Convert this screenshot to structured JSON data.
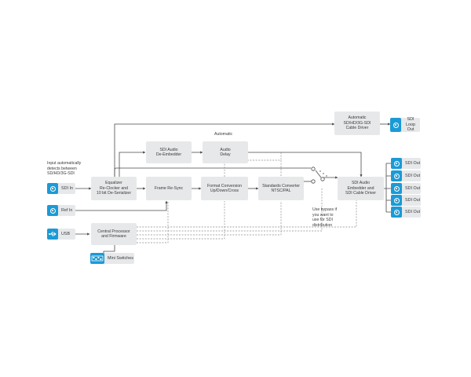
{
  "label_automatic": "Automatic",
  "input_note": "Input automatically\ndetects between\nSD/HD/3G-SDI",
  "bypass_note": "Use bypass if\nyou want to\nuse for SDI\ndistribution",
  "blocks": {
    "cable_driver_loop": "Automatic\nSD/HD/3G-SDI\nCable Driver",
    "audio_deembedder": "SDI Audio\nDe-Embedder",
    "audio_delay": "Audio\nDelay",
    "equalizer": "Equalizer\nRe-Clocker and\n10 bit De-Serializer",
    "frame_resync": "Frame Re-Sync",
    "format_conversion": "Format Conversion\nUp/Down/Cross",
    "standards_converter": "Standards Converter\nNTSC/PAL",
    "audio_embedder": "SDI Audio\nEmbedder and\nSDI Cable Driver",
    "central_processor": "Central Processor\nand Firmware"
  },
  "ports": {
    "sdi_in": "SDI In",
    "ref_in": "Ref In",
    "usb": "USB",
    "mini_switches": "Mini Switches",
    "sdi_loop_out": "SDI Loop\nOut",
    "sdi_out": [
      "SDI Out",
      "SDI Out",
      "SDI Out",
      "SDI Out",
      "SDI Out"
    ]
  },
  "colors": {
    "accent": "#1b9ad6",
    "block": "#e6e8ea",
    "line": "#4a4a4a",
    "dashed": "#8a8a8a"
  }
}
